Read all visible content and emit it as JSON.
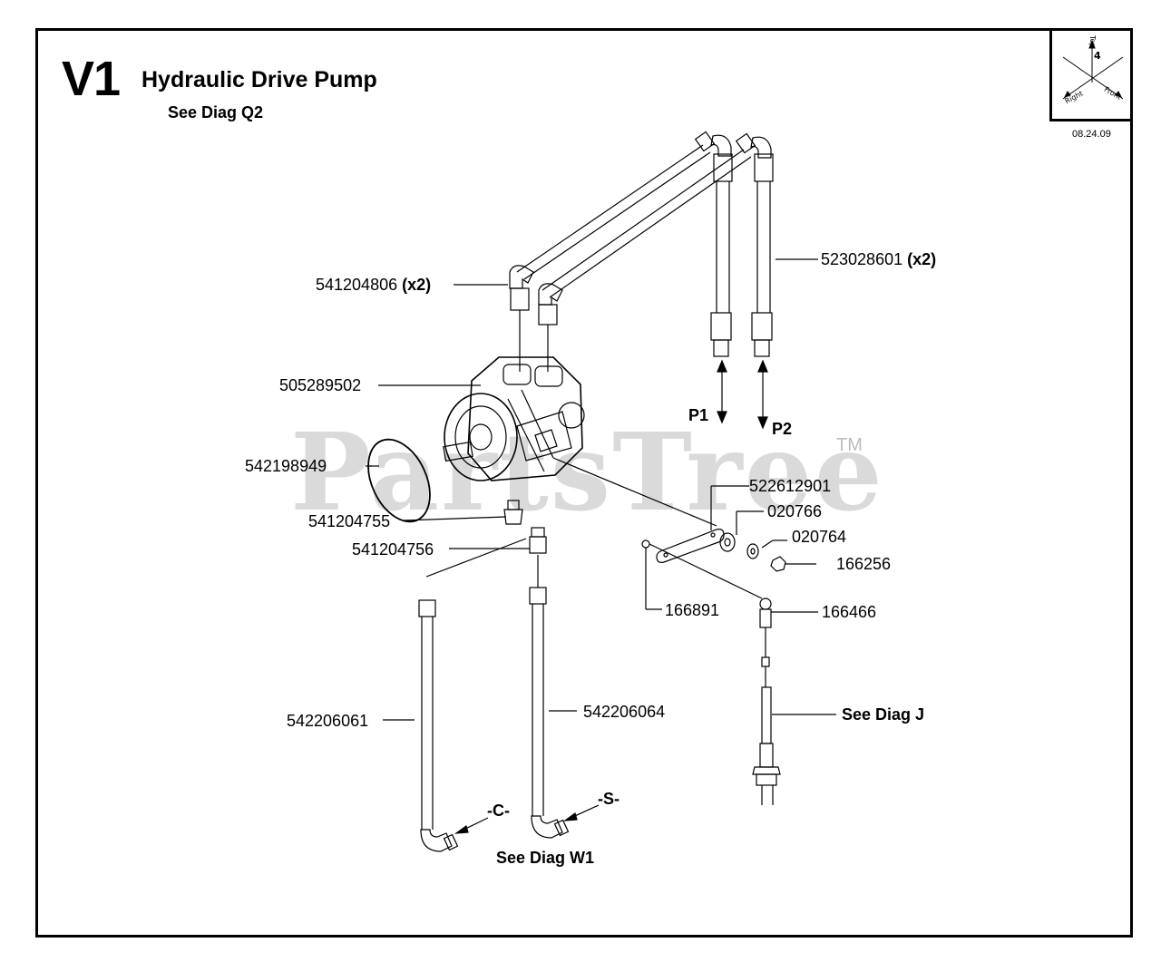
{
  "header": {
    "code": "V1",
    "title": "Hydraulic Drive Pump",
    "see_diag": "See Diag Q2"
  },
  "compass": {
    "top": "Top",
    "right": "Right",
    "front": "Front",
    "date": "08.24.09"
  },
  "watermark": {
    "text": "PartsTree",
    "tm": "TM"
  },
  "parts": {
    "fitting_top": {
      "number": "541204806",
      "qty": "(x2)"
    },
    "hose_upper": {
      "number": "523028601",
      "qty": "(x2)"
    },
    "pump": {
      "number": "505289502"
    },
    "oring": {
      "number": "542198949"
    },
    "fitting_a": {
      "number": "541204755"
    },
    "fitting_b": {
      "number": "541204756"
    },
    "bracket": {
      "number": "522612901"
    },
    "washer_a": {
      "number": "020766"
    },
    "washer_b": {
      "number": "020764"
    },
    "nut": {
      "number": "166256"
    },
    "small_nut": {
      "number": "166891"
    },
    "ball_joint": {
      "number": "166466"
    },
    "tube_c": {
      "number": "542206061"
    },
    "tube_s": {
      "number": "542206064"
    }
  },
  "ports": {
    "p1": "P1",
    "p2": "P2",
    "c": "-C-",
    "s": "-S-"
  },
  "refs": {
    "diag_j": "See Diag J",
    "diag_w1": "See Diag W1"
  }
}
